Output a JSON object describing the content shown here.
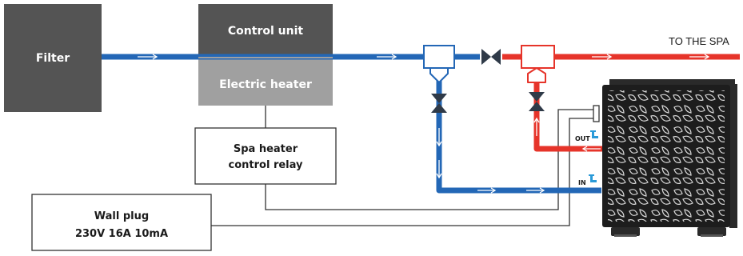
{
  "filter": {
    "label": "Filter"
  },
  "control_unit": {
    "label": "Control unit"
  },
  "electric_heater": {
    "label": "Electric heater"
  },
  "relay": {
    "line1": "Spa heater",
    "line2": "control relay"
  },
  "wall_plug": {
    "line1": "Wall plug",
    "line2": "230V 16A 10mA"
  },
  "spa_label": "TO THE SPA",
  "heat_pump": {
    "out_label": "OUT",
    "in_label": "IN"
  },
  "colors": {
    "cold_water": "#2367b6",
    "hot_water": "#e6342a",
    "dark_box": "#545454",
    "light_box": "#a0a0a0",
    "wire": "#333333",
    "valve": "#2f3a48"
  }
}
